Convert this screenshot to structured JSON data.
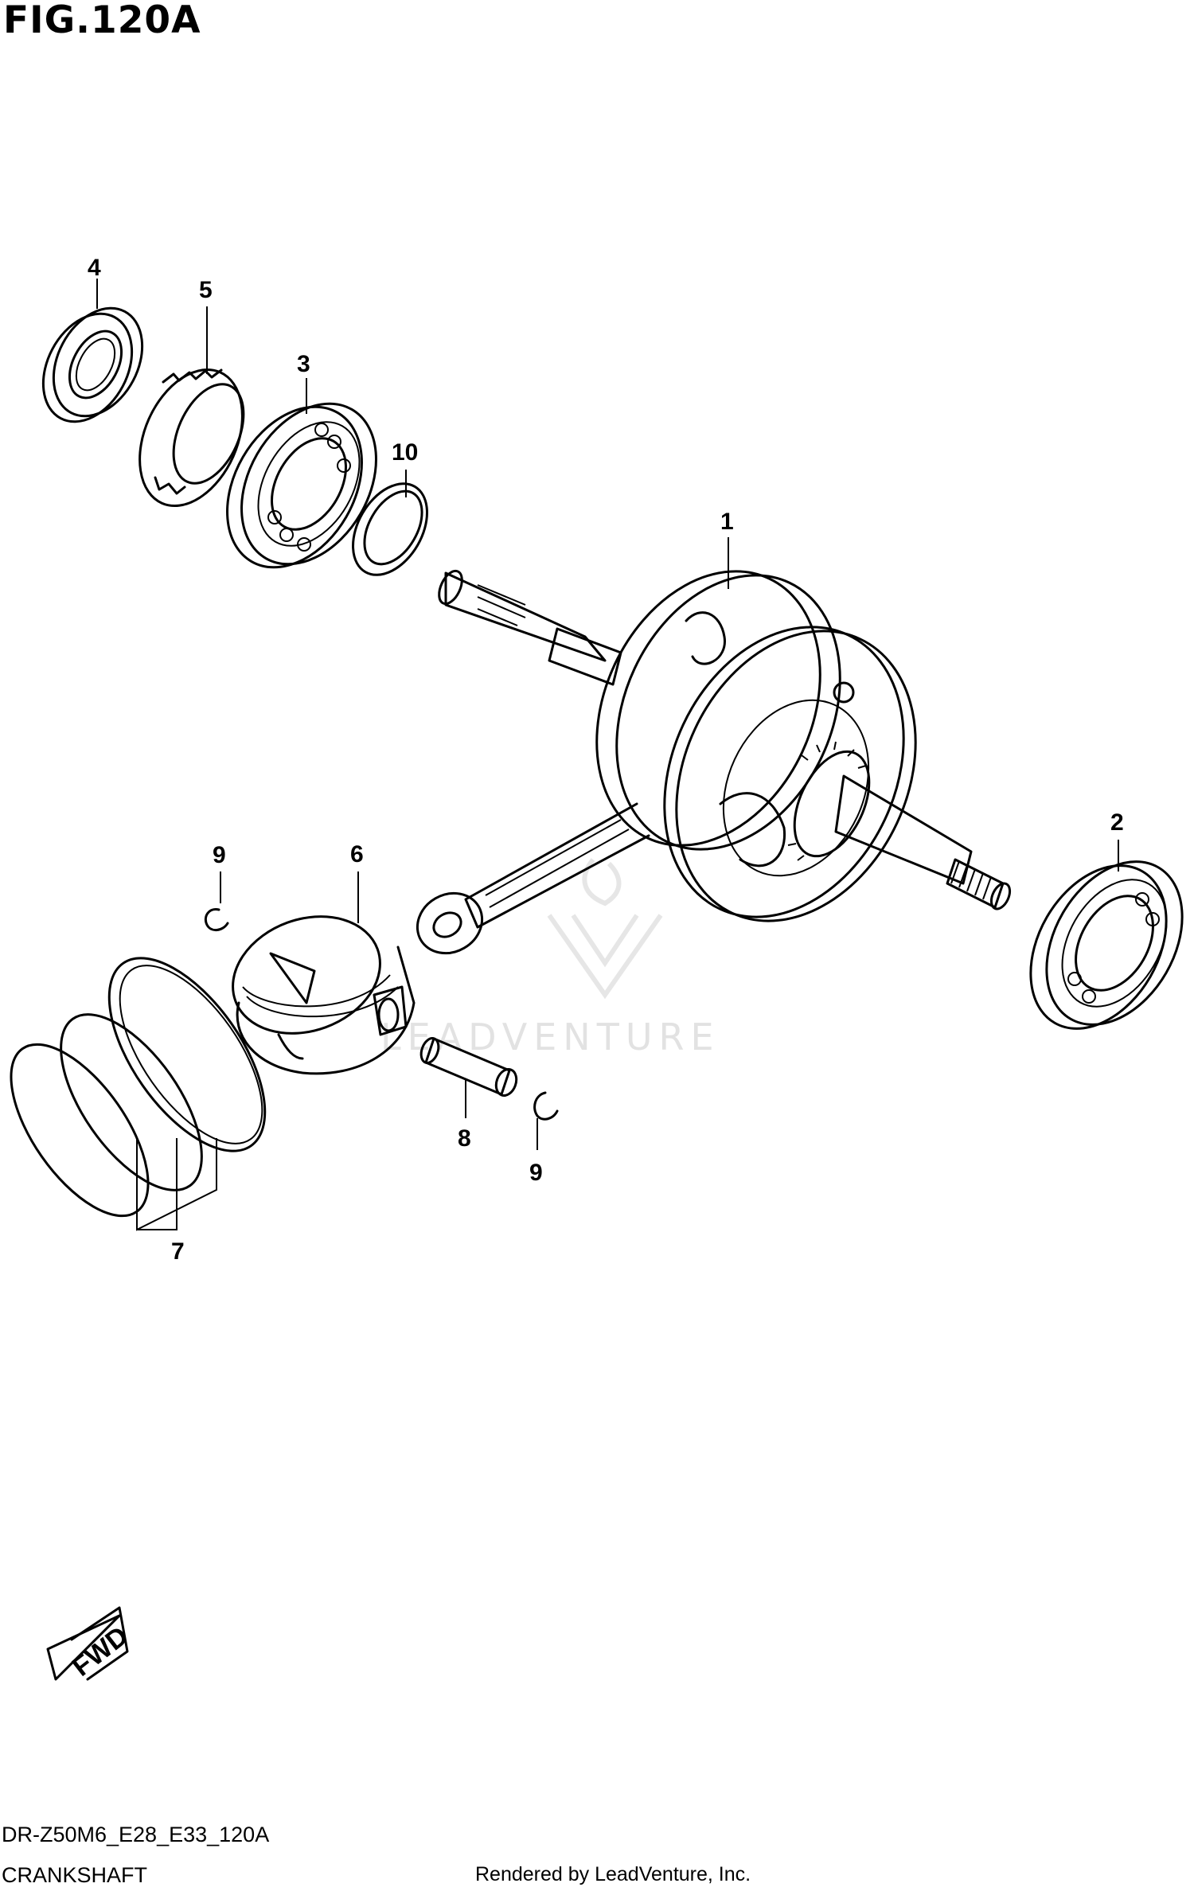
{
  "figure": {
    "title": "FIG.120A",
    "code": "DR-Z50M6_E28_E33_120A",
    "name": "CRANKSHAFT",
    "rendered_by": "Rendered by LeadVenture, Inc.",
    "watermark": "LEADVENTURE"
  },
  "callouts": [
    {
      "id": "4",
      "label": "4"
    },
    {
      "id": "5",
      "label": "5"
    },
    {
      "id": "3",
      "label": "3"
    },
    {
      "id": "10",
      "label": "10"
    },
    {
      "id": "1",
      "label": "1"
    },
    {
      "id": "2",
      "label": "2"
    },
    {
      "id": "9a",
      "label": "9"
    },
    {
      "id": "6",
      "label": "6"
    },
    {
      "id": "8",
      "label": "8"
    },
    {
      "id": "9b",
      "label": "9"
    },
    {
      "id": "7",
      "label": "7"
    }
  ],
  "fwd_arrow": {
    "label": "FWD"
  }
}
